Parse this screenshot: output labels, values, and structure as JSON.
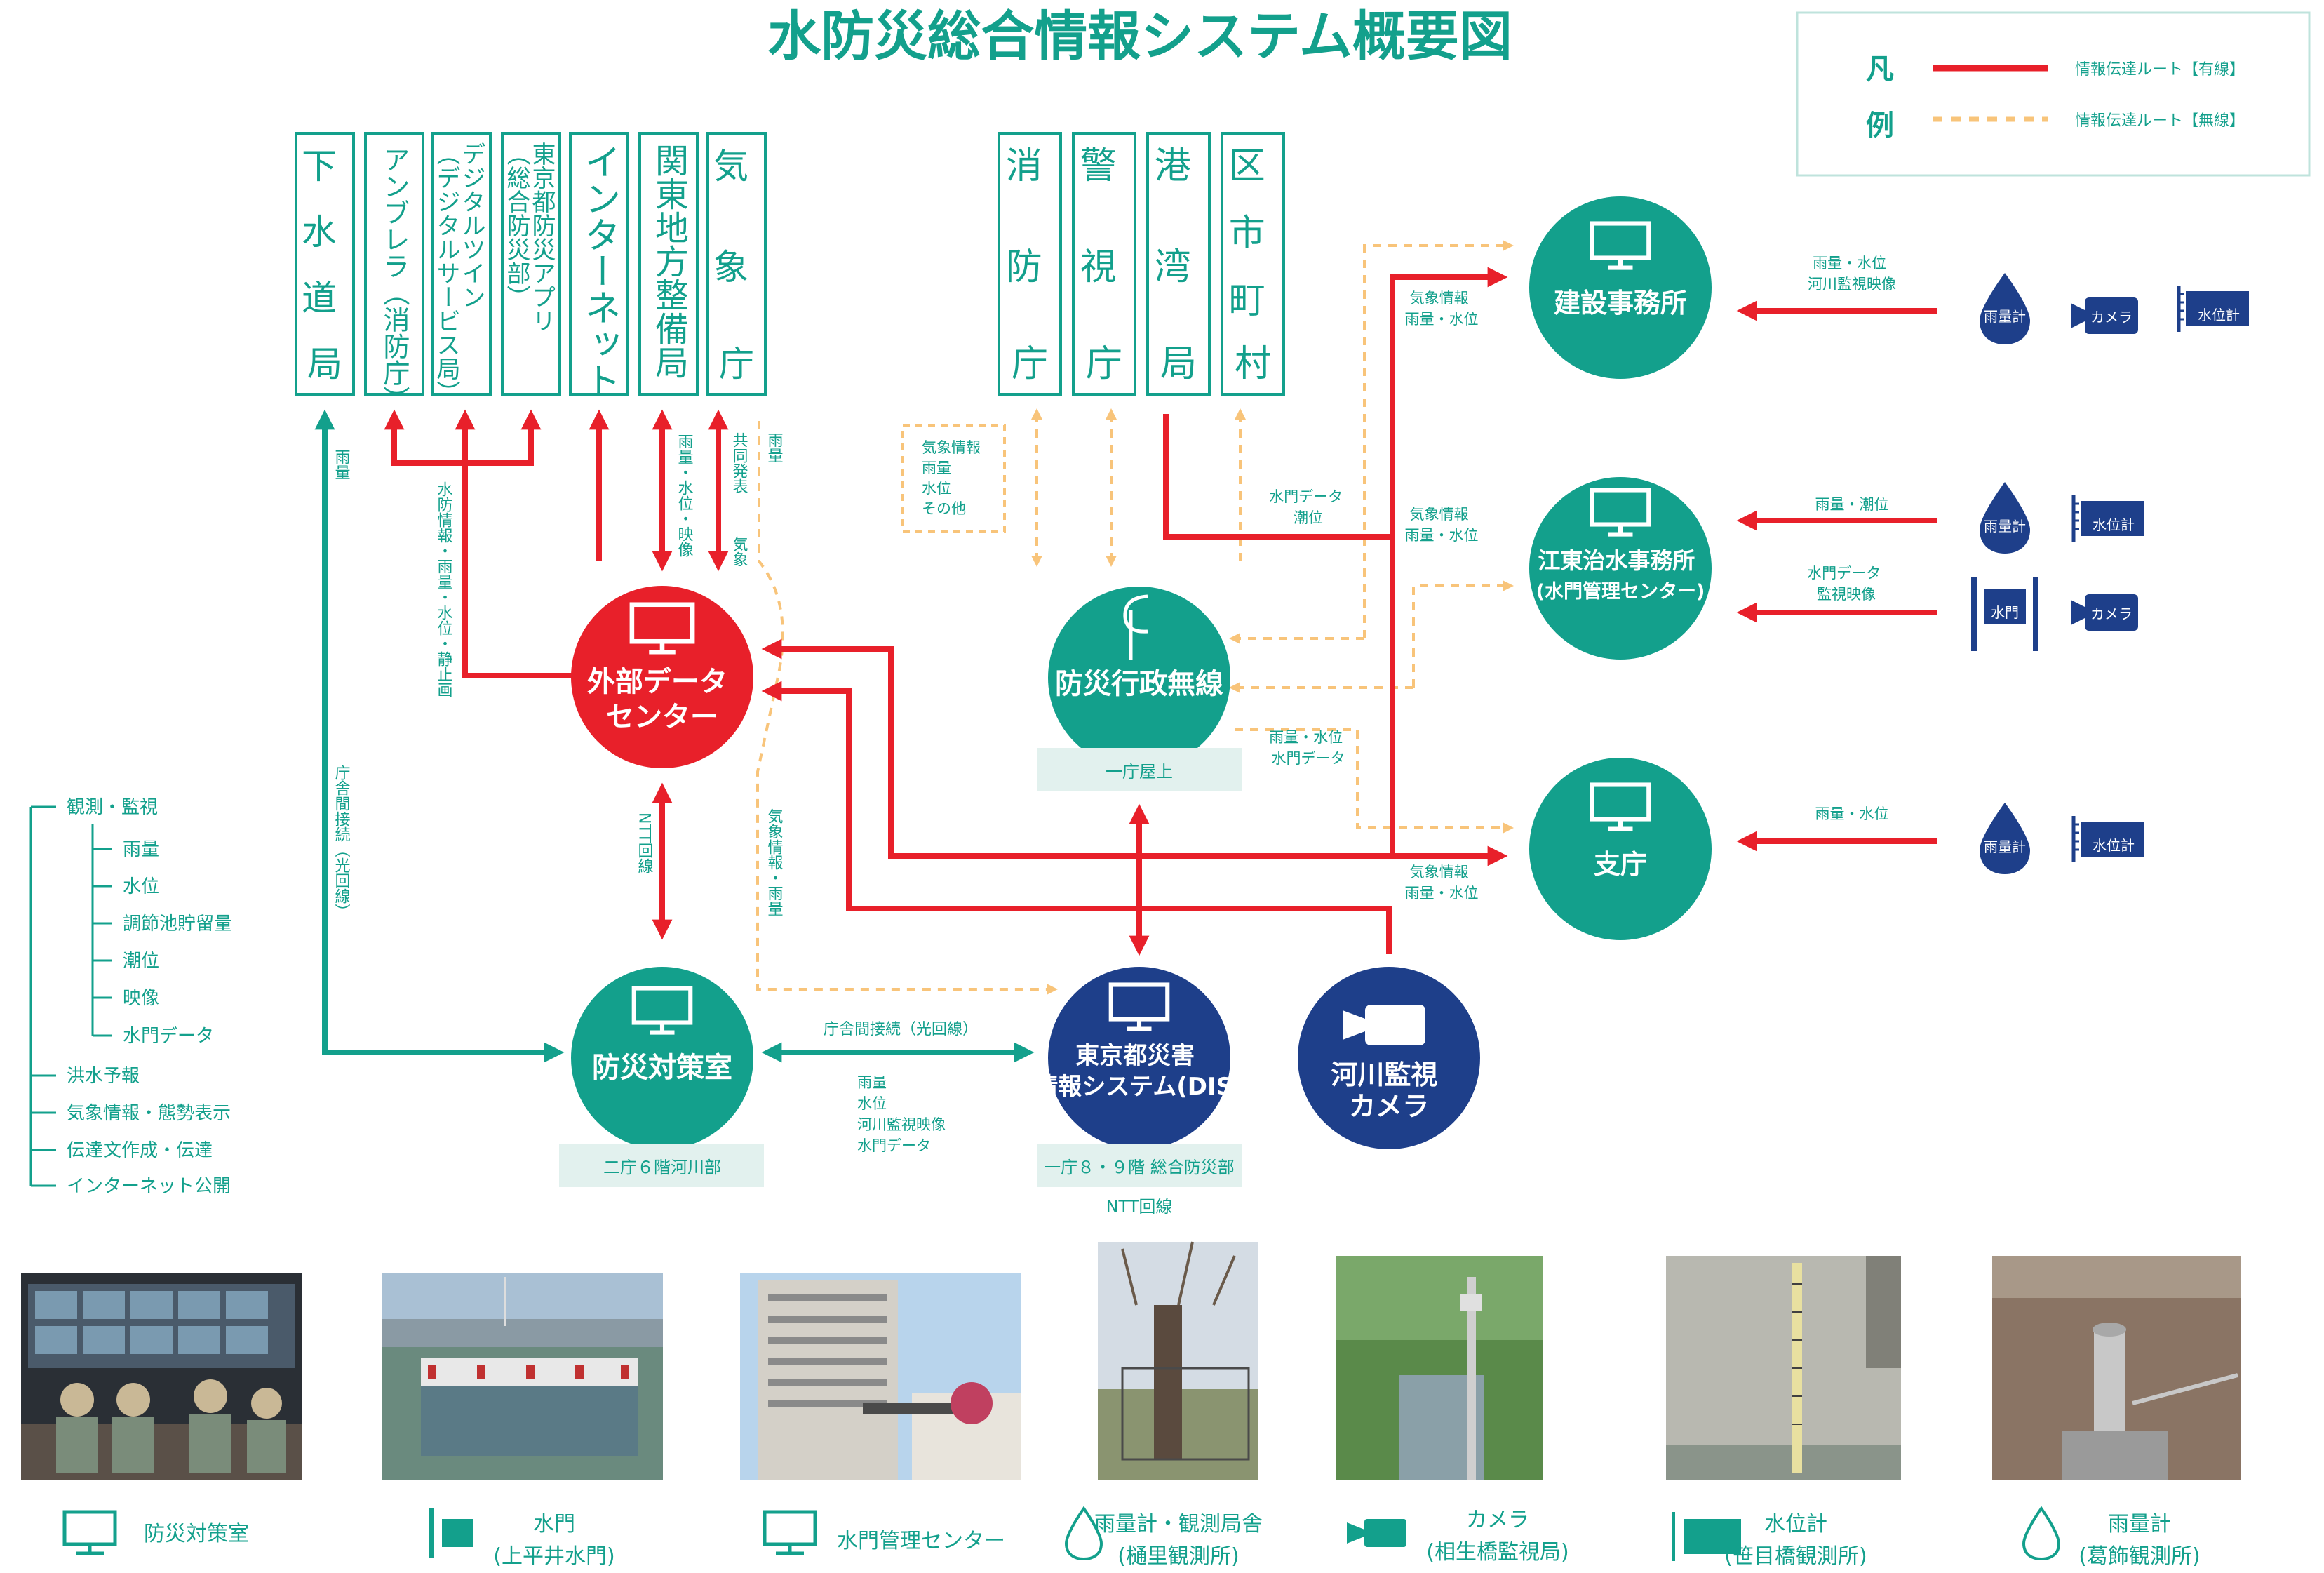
{
  "title": "水防災総合情報システム概要図",
  "legend": {
    "heading_top": "凡",
    "heading_bottom": "例",
    "wired": "情報伝達ルート【有線】",
    "wireless": "情報伝達ルート【無線】"
  },
  "agencies_left": [
    {
      "id": "gesuido",
      "lines": [
        "下",
        "水",
        "道",
        "局"
      ]
    },
    {
      "id": "umbrella",
      "lines": [
        "アンブレラ（消防庁）"
      ]
    },
    {
      "id": "digitaltwin",
      "lines": [
        "デジタルツイン",
        "（デジタルサービス局）"
      ]
    },
    {
      "id": "bosaiapp",
      "lines": [
        "東京都防災アプリ",
        "（総合防災部）"
      ]
    },
    {
      "id": "internet",
      "lines": [
        "インターネット"
      ]
    },
    {
      "id": "kanto",
      "lines": [
        "関東地方整備局"
      ]
    },
    {
      "id": "kishocho",
      "lines": [
        "気",
        "象",
        "庁"
      ]
    }
  ],
  "agencies_right": [
    {
      "id": "shobocho",
      "lines": [
        "消",
        "防",
        "庁"
      ]
    },
    {
      "id": "keishicho",
      "lines": [
        "警",
        "視",
        "庁"
      ]
    },
    {
      "id": "kowan",
      "lines": [
        "港",
        "湾",
        "局"
      ]
    },
    {
      "id": "kushichoson",
      "lines": [
        "区",
        "市",
        "町",
        "村"
      ]
    }
  ],
  "nodes": {
    "gaibu": [
      "外部データ",
      "センター"
    ],
    "musen": [
      "防災行政無線"
    ],
    "musen_sub": "一庁屋上",
    "taisaku": [
      "防災対策室"
    ],
    "taisaku_sub": "二庁６階河川部",
    "dis": [
      "東京都災害",
      "情報システム(DIS)"
    ],
    "dis_sub": "一庁８・９階 総合防災部",
    "dis_ntt": "NTT回線",
    "camera": [
      "河川監視",
      "カメラ"
    ],
    "kensetsu": [
      "建設事務所"
    ],
    "koto": [
      "江東治水事務所",
      "(水門管理センター)"
    ],
    "shicho": [
      "支庁"
    ]
  },
  "labels": {
    "gesuido_rain": "雨量",
    "choshakan_left": "庁舎間接続（光回線）",
    "bosai_info": "水防情報・雨量・水位・静止画",
    "kanto_data": "雨量・水位・映像",
    "kyodo": "共同発表",
    "kisho": "気象",
    "kisho_rain": "雨量",
    "kisho_rain2": "気象情報・雨量",
    "ntt": "NTT回線",
    "wireless_box": [
      "気象情報",
      "雨量",
      "水位",
      "その他"
    ],
    "suimon_choi": [
      "水門データ",
      "潮位"
    ],
    "kensetsu_in": [
      "気象情報",
      "雨量・水位"
    ],
    "koto_in": [
      "気象情報",
      "雨量・水位"
    ],
    "shicho_in": [
      "気象情報",
      "雨量・水位"
    ],
    "musen_out": [
      "雨量・水位",
      "水門データ"
    ],
    "choshakan_mid": "庁舎間接続（光回線）",
    "mid_data": [
      "雨量",
      "水位",
      "河川監視映像",
      "水門データ"
    ],
    "kensetsu_src": [
      "雨量・水位",
      "河川監視映像"
    ],
    "koto_src1": "雨量・潮位",
    "koto_src2": [
      "水門データ",
      "監視映像"
    ],
    "shicho_src": "雨量・水位"
  },
  "devices": {
    "rain": "雨量計",
    "camera": "カメラ",
    "level": "水位計",
    "gate": "水門"
  },
  "functions": {
    "root1": "観測・監視",
    "children": [
      "雨量",
      "水位",
      "調節池貯留量",
      "潮位",
      "映像",
      "水門データ"
    ],
    "others": [
      "洪水予報",
      "気象情報・態勢表示",
      "伝達文作成・伝達",
      "インターネット公開"
    ]
  },
  "photos": [
    {
      "id": "photo1",
      "caption": [
        "防災対策室"
      ]
    },
    {
      "id": "photo2",
      "caption": [
        "水門",
        "(上平井水門)"
      ]
    },
    {
      "id": "photo3",
      "caption": [
        "水門管理センター"
      ]
    },
    {
      "id": "photo4",
      "caption": [
        "雨量計・観測局舎",
        "(樋里観測所)"
      ]
    },
    {
      "id": "photo5",
      "caption": [
        "カメラ",
        "(相生橋監視局)"
      ]
    },
    {
      "id": "photo6",
      "caption": [
        "水位計",
        "(笹目橋観測所)"
      ]
    },
    {
      "id": "photo7",
      "caption": [
        "雨量計",
        "(葛飾観測所)"
      ]
    }
  ],
  "colors": {
    "teal": "#13a08c",
    "red": "#e8202a",
    "navy": "#1e3f8a",
    "orange": "#f8c47a",
    "pale": "#e2f1ee"
  }
}
